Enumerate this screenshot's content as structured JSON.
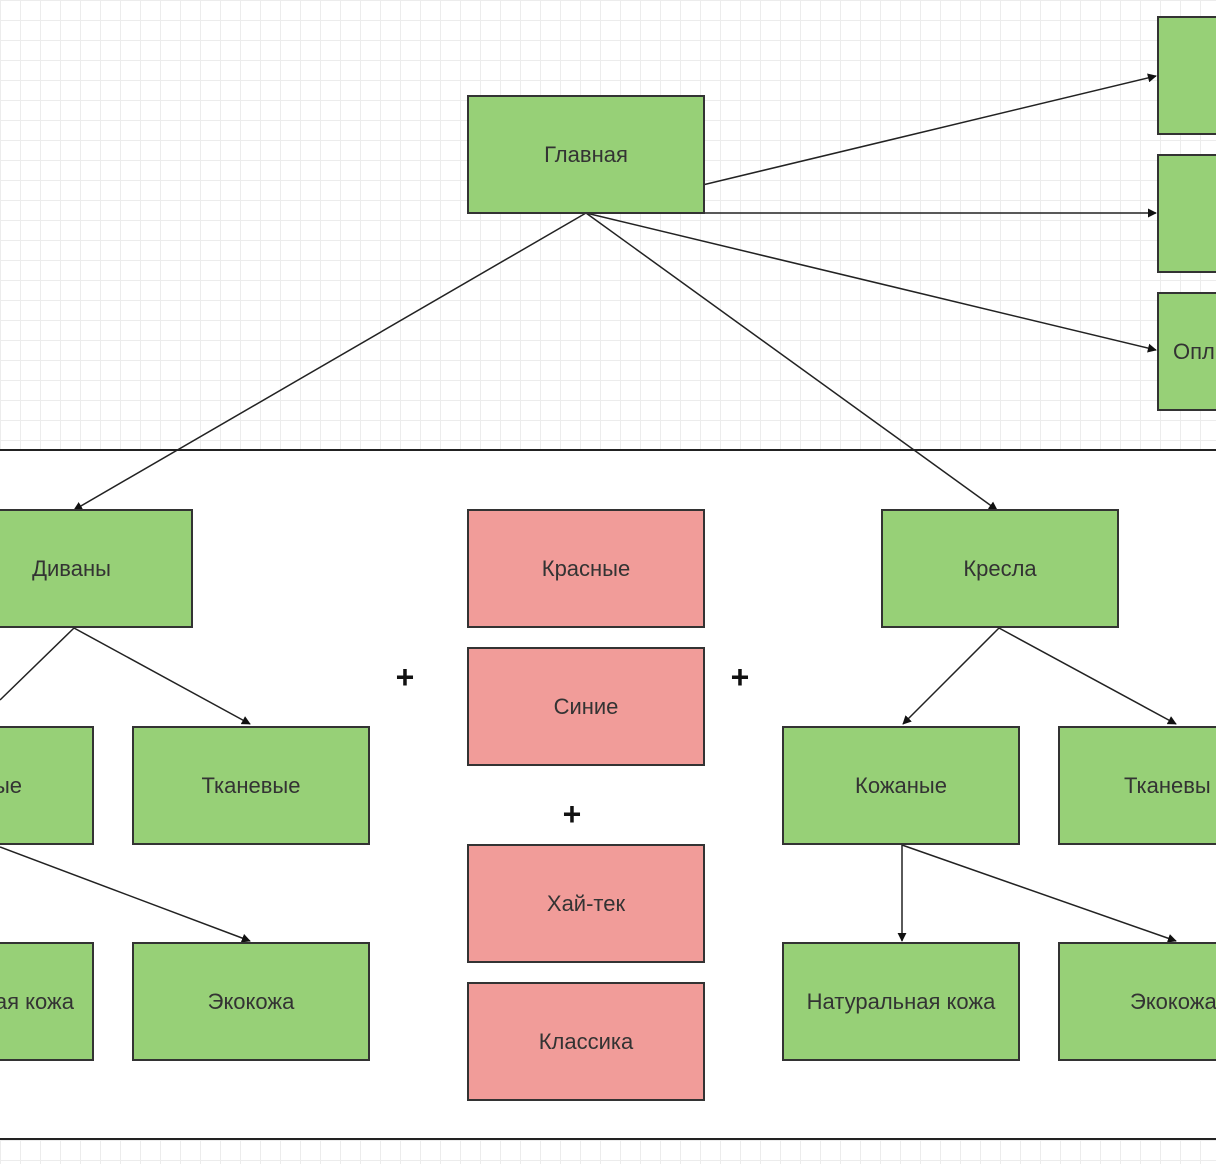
{
  "colors": {
    "green": "#97d077",
    "red": "#f19c99",
    "stroke": "#333333",
    "grid": "#ececec"
  },
  "nodes": {
    "main": "Главная",
    "right_1": "",
    "right_2": "",
    "payment": "Опл",
    "sofas": "Диваны",
    "sofas_leather": "ые",
    "sofas_fabric": "Тканевые",
    "sofas_natural": "ая кожа",
    "sofas_eco": "Экокожа",
    "red": "Красные",
    "blue": "Синие",
    "hitech": "Хай-тек",
    "classic": "Классика",
    "chairs": "Кресла",
    "chairs_leather": "Кожаные",
    "chairs_fabric": "Тканевы",
    "chairs_natural": "Натуральная кожа",
    "chairs_eco": "Экокожа"
  },
  "plus_sign": "+"
}
